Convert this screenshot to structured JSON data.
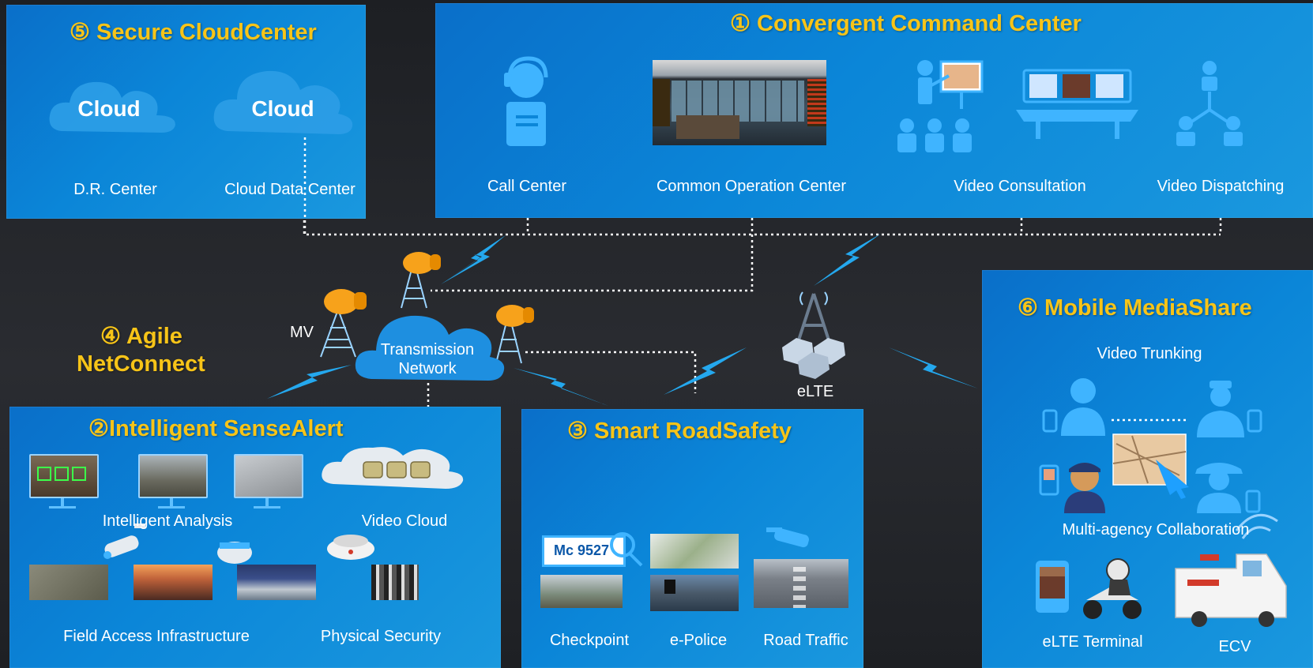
{
  "colors": {
    "panel_blue": "#0b86d8",
    "title_yellow": "#f7c418",
    "icon_light_blue": "#3fb4ff",
    "background_dark": "#23252a"
  },
  "cloud_center": {
    "title": "⑤ Secure CloudCenter",
    "cloud_left": "Cloud",
    "cloud_right": "Cloud",
    "dr_center": "D.R. Center",
    "cloud_data_center": "Cloud Data Center"
  },
  "command_center": {
    "title": "① Convergent Command Center",
    "call_center": "Call Center",
    "common_operation_center": "Common Operation Center",
    "video_consultation": "Video Consultation",
    "video_dispatching": "Video Dispatching"
  },
  "net_connect": {
    "title_line1": "④ Agile",
    "title_line2": "NetConnect",
    "mv_label": "MV",
    "transmission_line1": "Transmission",
    "transmission_line2": "Network",
    "elte_label": "eLTE"
  },
  "mobile_mediashare": {
    "title": "⑥ Mobile MediaShare",
    "video_trunking": "Video Trunking",
    "multi_agency": "Multi-agency Collaboration",
    "elte_terminal": "eLTE Terminal",
    "ecv": "ECV"
  },
  "sense_alert": {
    "title": "②Intelligent  SenseAlert",
    "intelligent_analysis": "Intelligent Analysis",
    "video_cloud": "Video Cloud",
    "field_access": "Field Access Infrastructure",
    "physical_security": "Physical Security"
  },
  "road_safety": {
    "title": "③ Smart RoadSafety",
    "plate_text": "Mc 9527",
    "checkpoint": "Checkpoint",
    "e_police": "e-Police",
    "road_traffic": "Road Traffic"
  },
  "icons": [
    "cloud-icon",
    "call-center-icon",
    "presenter-icon",
    "conference-table-icon",
    "hierarchy-icon",
    "signal-tower-icon",
    "lightning-icon",
    "camera-icon",
    "smoke-detector-icon",
    "magnifier-icon",
    "officer-icon",
    "nurse-icon",
    "police-icon",
    "firefighter-icon",
    "phone-icon",
    "ambulance-icon"
  ]
}
